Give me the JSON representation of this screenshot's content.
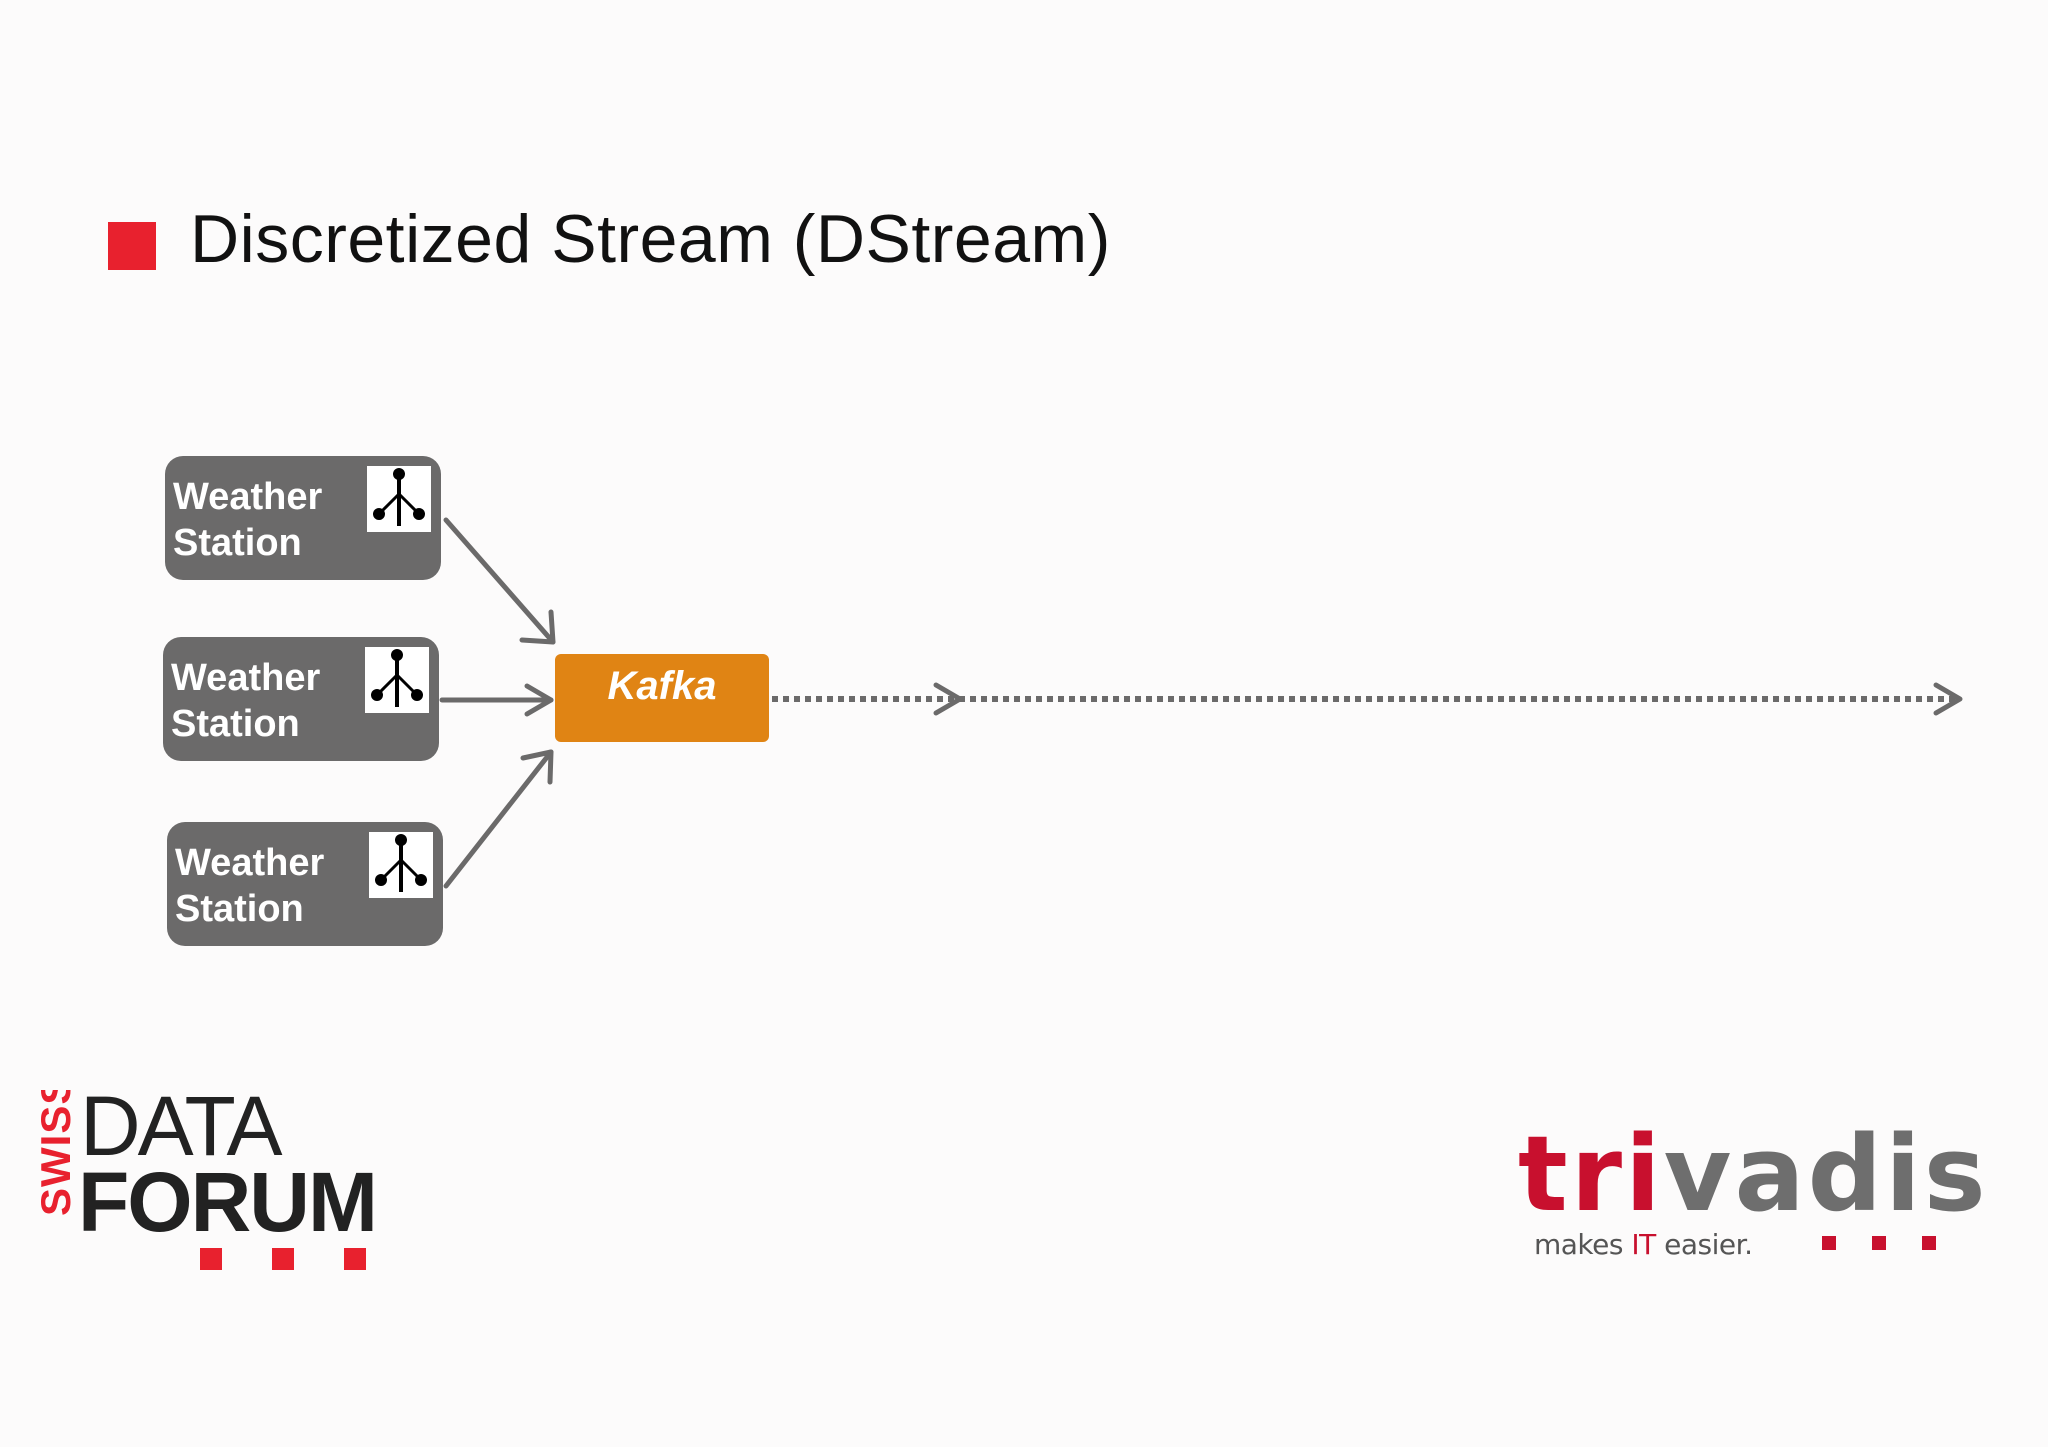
{
  "slide": {
    "title": "Discretized Stream (DStream)"
  },
  "diagram": {
    "stations": [
      {
        "line1": "Weather",
        "line2": "Station",
        "icon": "weather-station-icon"
      },
      {
        "line1": "Weather",
        "line2": "Station",
        "icon": "weather-station-icon"
      },
      {
        "line1": "Weather",
        "line2": "Station",
        "icon": "weather-station-icon"
      }
    ],
    "broker": {
      "label": "Kafka"
    },
    "colors": {
      "station_fill": "#6b6a6a",
      "broker_fill": "#e08414",
      "arrow": "#6b6a6a",
      "accent": "#e8212e"
    }
  },
  "logos": {
    "swiss_data_forum": {
      "vertical": "SWISS",
      "line1": "DATA",
      "line2": "FORUM"
    },
    "trivadis": {
      "tri": "tri",
      "vadis": "vadis",
      "tag_pre": "makes ",
      "tag_it": "IT",
      "tag_post": " easier."
    }
  }
}
